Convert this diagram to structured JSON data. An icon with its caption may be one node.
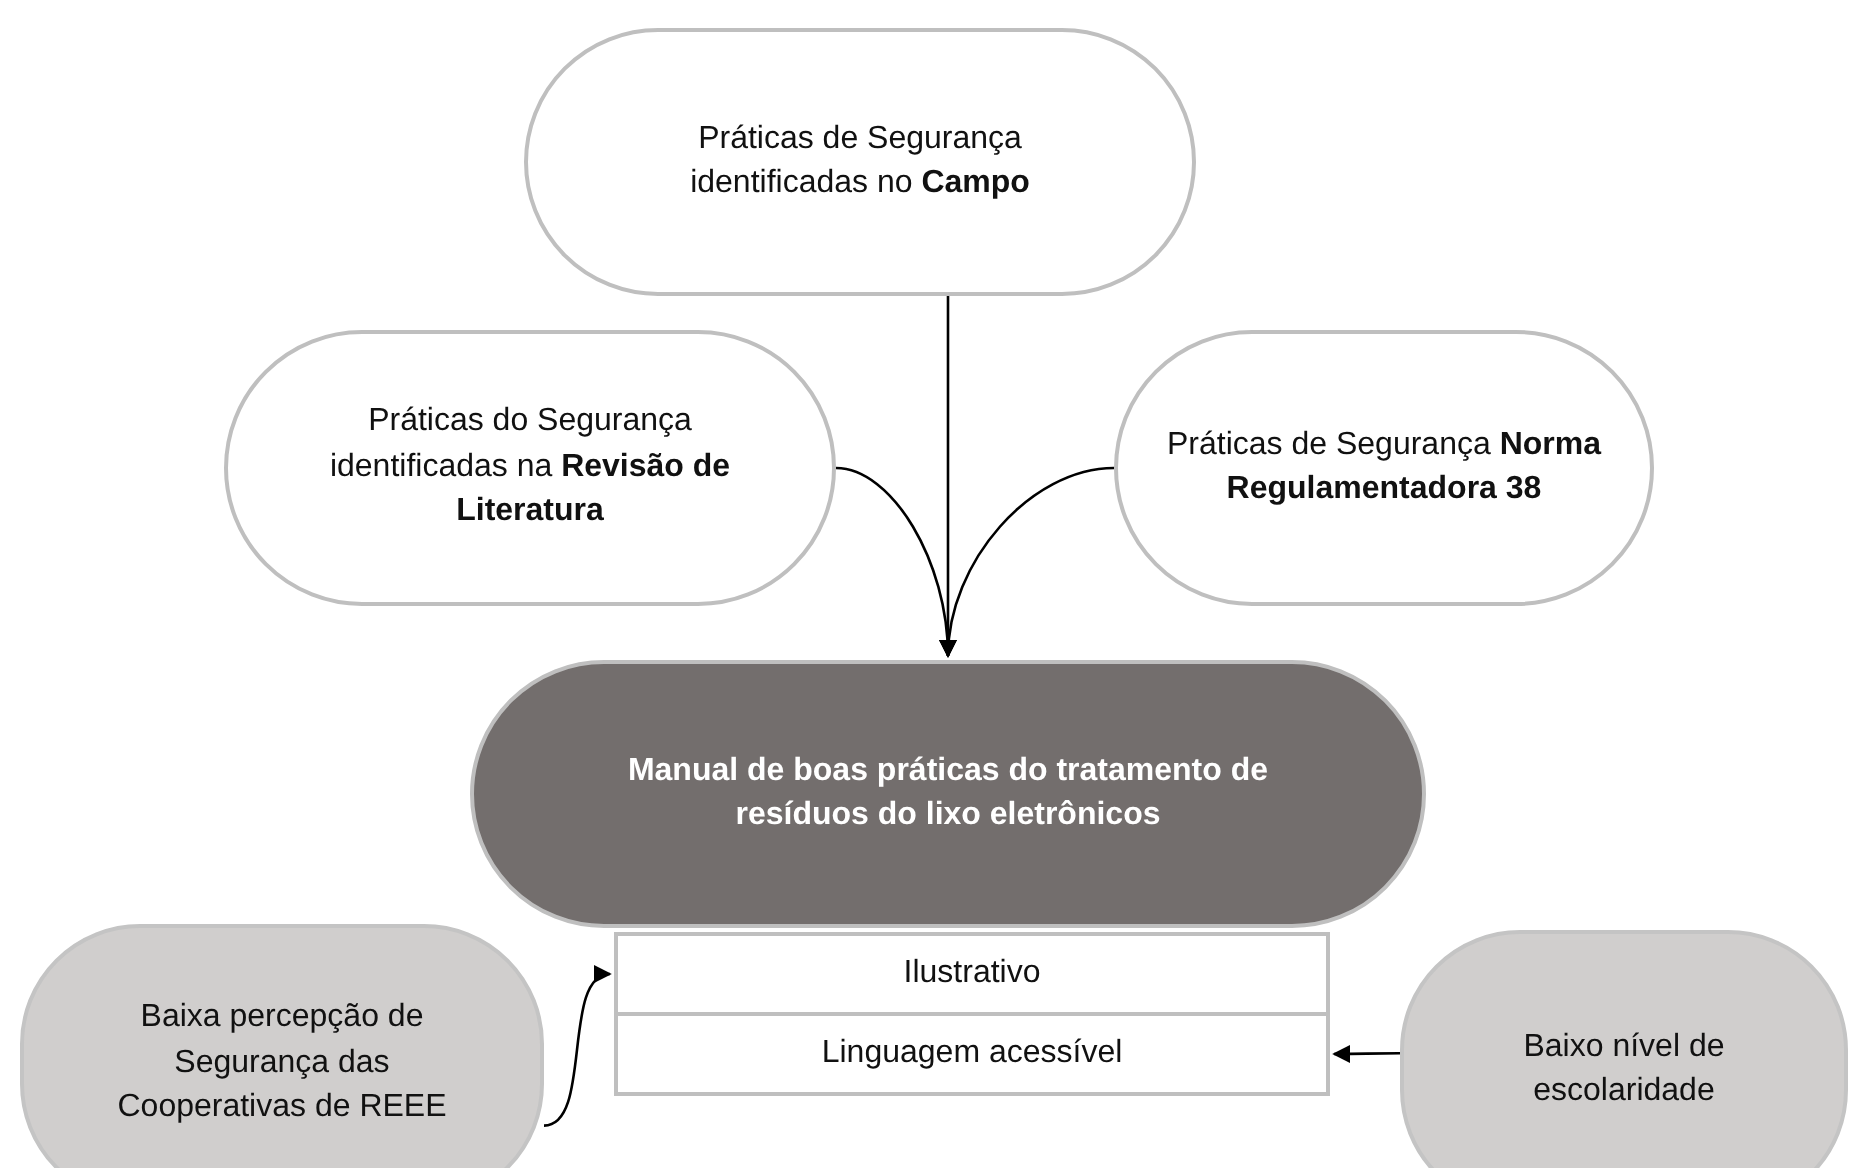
{
  "diagram": {
    "nodes": [
      {
        "text": [
          "Práticas de Segurança identificadas no **Campo**"
        ]
      },
      {
        "text": [
          "Práticas do Segurança identificadas na **Revisão de Literatura**"
        ]
      },
      {
        "text": [
          "Práticas de Segurança **Norma Regulamentadora 38**"
        ]
      },
      {
        "text": [
          "Manual de boas práticas do tratamento de resíduos do lixo eletrônicos"
        ]
      },
      {
        "text": [
          "Ilustrativo"
        ]
      },
      {
        "text": [
          "Linguagem acessível"
        ]
      },
      {
        "text": [
          "Baixa percepção de Segurança das Cooperativas de REEE"
        ]
      },
      {
        "text": [
          "Baixo nível de escolaridade"
        ]
      }
    ],
    "edges": [
      {
        "from": 0,
        "to": 3,
        "arrow": "to"
      },
      {
        "from": 1,
        "to": 3,
        "arrow": "to"
      },
      {
        "from": 2,
        "to": 3,
        "arrow": "to"
      },
      {
        "from": 6,
        "to": 4,
        "arrow": "to"
      },
      {
        "from": 7,
        "to": 5,
        "arrow": "to"
      }
    ]
  }
}
